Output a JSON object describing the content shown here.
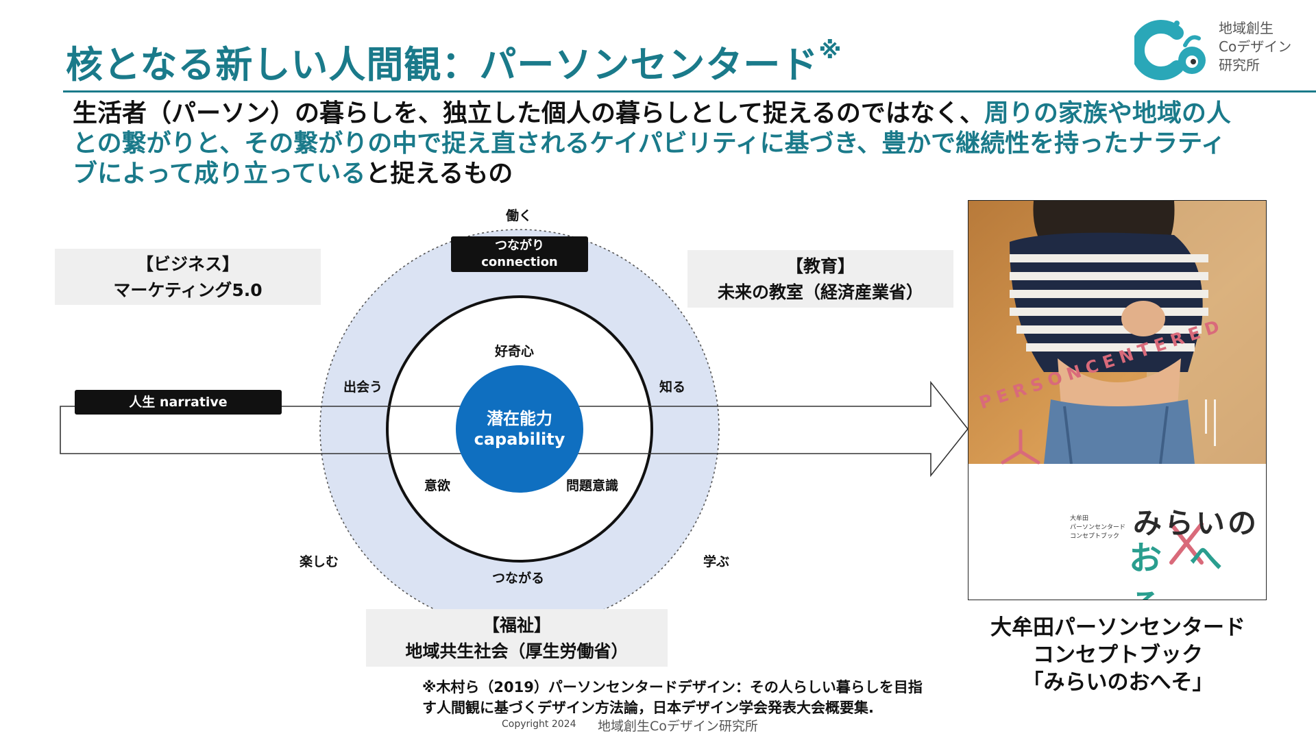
{
  "header": {
    "title": "核となる新しい人間観：パーソンセンタード",
    "title_mark": "※",
    "logo_text": [
      "地域創生",
      "Coデザイン",
      "研究所"
    ]
  },
  "lead": {
    "part1": "生活者（パーソン）の暮らしを、独立した個人の暮らしとして捉えるのではなく、",
    "part2": "周りの家族や地域の人との繋がりと、その繋がりの中で捉え直されるケイパビリティに基づき、豊かで継続性を持ったナラティブによって成り立っている",
    "part3": "と捉えるもの"
  },
  "diagram": {
    "top_word": "働く",
    "connection_badge": [
      "つながり",
      "connection"
    ],
    "narrative_badge": "人生 narrative",
    "core": [
      "潜在能力",
      "capability"
    ],
    "inner_labels": {
      "top": "好奇心",
      "left": "意欲",
      "right": "問題意識"
    },
    "ring_labels": {
      "upper_left": "出会う",
      "upper_right": "知る",
      "bottom": "つながる"
    },
    "outer_labels": {
      "lower_left": "楽しむ",
      "lower_right": "学ぶ"
    },
    "colors": {
      "ring": "#dbe3f3",
      "core": "#0f6fc0",
      "accent": "#1a7a8a"
    }
  },
  "boxes": {
    "business": [
      "【ビジネス】",
      "マーケティング5.0"
    ],
    "education": [
      "【教育】",
      "未来の教室（経済産業省）"
    ],
    "welfare": [
      "【福祉】",
      "地域共生社会（厚生労働省）"
    ]
  },
  "book": {
    "cover_arc": "PERSONCENTERED",
    "cover_title": [
      "みらいの",
      "おへそ"
    ],
    "cover_sub": [
      "大牟田",
      "パーソンセンタード",
      "コンセプトブック"
    ],
    "caption": [
      "大牟田パーソンセンタード",
      "コンセプトブック",
      "「みらいのおへそ」"
    ]
  },
  "footnote": {
    "lines": [
      "※木村ら（2019）パーソンセンタードデザイン：その人らしい暮らしを目指",
      "す人間観に基づくデザイン方法論，日本デザイン学会発表大会概要集."
    ],
    "copyright": "Copyright 2024",
    "org": "地域創生Coデザイン研究所"
  }
}
